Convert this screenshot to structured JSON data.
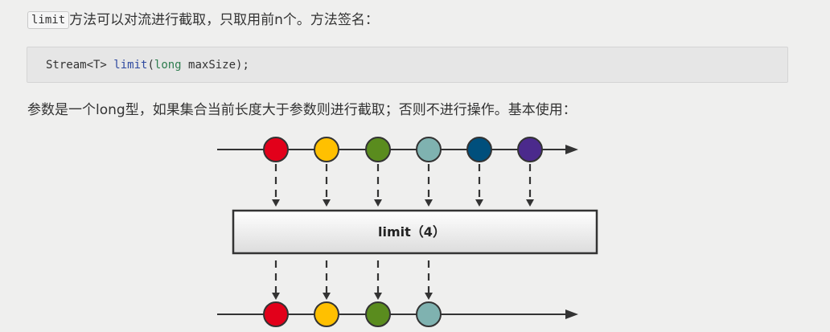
{
  "intro": {
    "code_word": "limit",
    "text": "方法可以对流进行截取，只取用前n个。方法签名："
  },
  "signature": {
    "type": "Stream<T> ",
    "method": "limit",
    "open": "(",
    "param_type": "long",
    "rest": " maxSize);"
  },
  "description": "参数是一个long型，如果集合当前长度大于参数则进行截取；否则不进行操作。基本使用：",
  "diagram": {
    "operator_label": "limit（4）",
    "limit": 4,
    "input_colors": [
      "#e2001a",
      "#ffc000",
      "#5a8c1e",
      "#7fb2b0",
      "#004f7c",
      "#4b2a8c"
    ],
    "output_colors": [
      "#e2001a",
      "#ffc000",
      "#5a8c1e",
      "#7fb2b0"
    ]
  }
}
